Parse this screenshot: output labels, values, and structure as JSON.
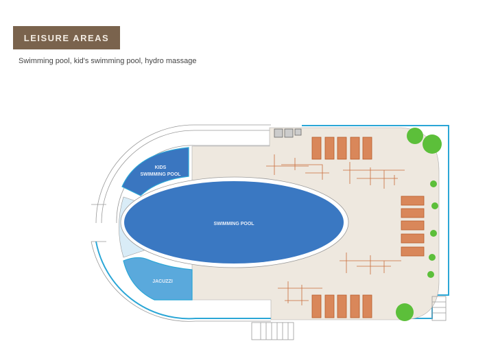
{
  "header": {
    "title": "LEISURE AREAS",
    "subtitle": "Swimming pool, kid's swimming pool, hydro massage"
  },
  "plan": {
    "labels": {
      "kids_pool_line1": "KIDS",
      "kids_pool_line2": "SWIMMING POOL",
      "main_pool": "SWIMMING POOL",
      "jacuzzi": "JACUZZI"
    },
    "colors": {
      "deck": "#eee8df",
      "pool": "#3a78c2",
      "kids_pool": "#3a76c0",
      "jacuzzi": "#5aa9dc",
      "edge": "#2aa6d6",
      "chair": "#c96b3a",
      "plant": "#5cbf3a"
    }
  }
}
